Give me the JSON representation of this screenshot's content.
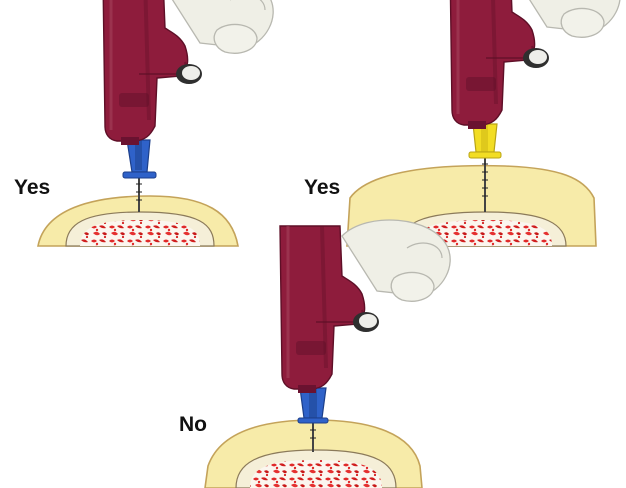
{
  "panels": [
    {
      "label": "Yes",
      "needle_hub_color": "#2f62c9"
    },
    {
      "label": "Yes",
      "needle_hub_color": "#f2dd24"
    },
    {
      "label": "No",
      "needle_hub_color": "#2f62c9"
    }
  ],
  "colors": {
    "driver_body": "#8e1c3c",
    "driver_shadow": "#5e0f27",
    "hand_skin": "#efefe6",
    "soft_tissue": "#f7eba9",
    "tissue_outline": "#c4a35a",
    "bone_cortex": "#f5efd8",
    "marrow_red": "#e02828",
    "needle_metal": "#444444"
  },
  "icons": [
    "intraosseous-driver-icon",
    "hand-icon",
    "needle-hub-icon",
    "bone-cross-section-icon"
  ]
}
